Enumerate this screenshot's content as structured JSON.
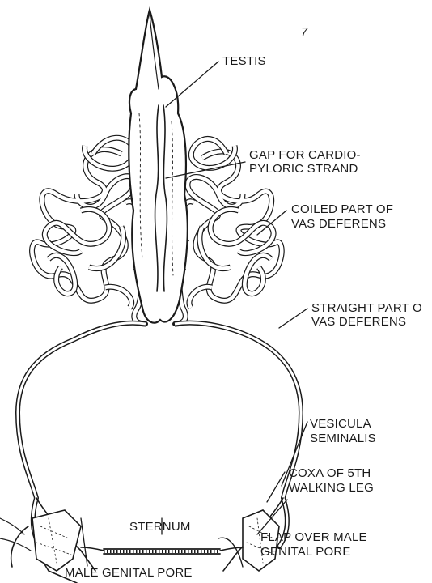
{
  "figure": {
    "page_mark": "7",
    "labels": {
      "testis": "TESTIS",
      "gap_line1": "GAP FOR CARDIO-",
      "gap_line2": "PYLORIC STRAND",
      "coiled_line1": "COILED PART OF",
      "coiled_line2": "VAS DEFERENS",
      "straight_line1": "STRAIGHT PART O",
      "straight_line2": "VAS DEFERENS",
      "vesicula_line1": "VESICULA",
      "vesicula_line2": "SEMINALIS",
      "coxa_line1": "COXA OF 5TH",
      "coxa_line2": "WALKING LEG",
      "sternum": "STERNUM",
      "flap_line1": "FLAP OVER MALE",
      "flap_line2": "GENITAL PORE",
      "male_pore": "MALE GENITAL PORE"
    }
  }
}
